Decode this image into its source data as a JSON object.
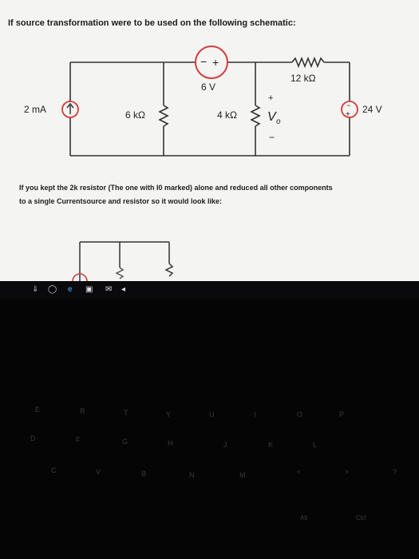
{
  "question": {
    "line1": "If source transformation were to be used on the following schematic:",
    "line2": "If you kept the 2k resistor (The one with I0 marked) alone and reduced all other components",
    "line3": "to a single Currentsource and resistor so it would look like:"
  },
  "circuit": {
    "current_source": "2 mA",
    "r_left": "6 kΩ",
    "voltage_source_top": "6 V",
    "r_mid": "4 kΩ",
    "r_top": "12 kΩ",
    "voltage_source_right": "24 V",
    "vo_plus": "+",
    "vo_minus": "−",
    "vo_label": "V",
    "vo_sub": "o",
    "src_plus": "+",
    "src_minus": "−"
  },
  "taskbar": {
    "icons": [
      "download-icon",
      "circle-icon",
      "edge-browser-icon",
      "store-icon",
      "mail-icon",
      "send-icon"
    ]
  },
  "keyboard": {
    "keys": [
      "E",
      "R",
      "T",
      "Y",
      "U",
      "I",
      "O",
      "P",
      "D",
      "F",
      "G",
      "H",
      "J",
      "K",
      "L",
      "C",
      "V",
      "B",
      "N",
      "M",
      "<",
      ">",
      "?",
      "Alt",
      "Ctrl"
    ]
  }
}
